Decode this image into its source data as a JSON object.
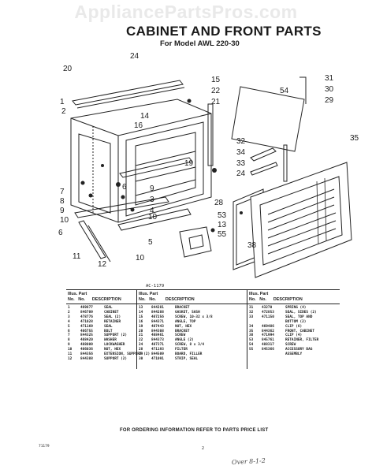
{
  "watermark": "AppliancePartsPros.com",
  "title": "CABINET AND FRONT PARTS",
  "subtitle": "For Model AWL 220-30",
  "figure_ref": "AC-1179",
  "callouts": [
    "24",
    "20",
    "2",
    "1",
    "14",
    "16",
    "15",
    "22",
    "21",
    "19",
    "6",
    "9",
    "3",
    "4",
    "7",
    "8",
    "9",
    "10",
    "6",
    "11",
    "12",
    "10",
    "5",
    "10",
    "31",
    "30",
    "29",
    "54",
    "32",
    "34",
    "33",
    "24",
    "35",
    "28",
    "53",
    "13",
    "55",
    "38"
  ],
  "table": {
    "header": {
      "illus": "Illus.",
      "no": "No.",
      "part": "Part",
      "part_no": "No.",
      "desc": "DESCRIPTION"
    },
    "columns": [
      [
        {
          "n": "1",
          "p": "469877",
          "d": "SEAL"
        },
        {
          "n": "2",
          "p": "846709",
          "d": "CABINET"
        },
        {
          "n": "3",
          "p": "478776",
          "d": "SEAL (2)"
        },
        {
          "n": "4",
          "p": "471028",
          "d": "RETAINER"
        },
        {
          "n": "5",
          "p": "471169",
          "d": "SEAL"
        },
        {
          "n": "6",
          "p": "486755",
          "d": "BOLT"
        },
        {
          "n": "7",
          "p": "844325",
          "d": "SUPPORT (2)"
        },
        {
          "n": "8",
          "p": "488420",
          "d": "WASHER"
        },
        {
          "n": "9",
          "p": "488009",
          "d": "LOCKWASHER"
        },
        {
          "n": "10",
          "p": "486036",
          "d": "NUT, HEX"
        },
        {
          "n": "11",
          "p": "844356",
          "d": "EXTENSION, SUPPORT (2)"
        },
        {
          "n": "12",
          "p": "844388",
          "d": "SUPPORT (2)"
        }
      ],
      [
        {
          "n": "13",
          "p": "844281",
          "d": "BRACKET"
        },
        {
          "n": "14",
          "p": "844288",
          "d": "GASKET, SASH"
        },
        {
          "n": "15",
          "p": "487256",
          "d": "SCREW, 10-32 x 3/8"
        },
        {
          "n": "16",
          "p": "844371",
          "d": "ANGLE, TOP"
        },
        {
          "n": "19",
          "p": "487443",
          "d": "NUT, HEX"
        },
        {
          "n": "20",
          "p": "844308",
          "d": "BRACKET"
        },
        {
          "n": "21",
          "p": "488461",
          "d": "SCREW"
        },
        {
          "n": "22",
          "p": "844373",
          "d": "ANGLE (2)"
        },
        {
          "n": "24",
          "p": "487371",
          "d": "SCREW, 8 x 3/4"
        },
        {
          "n": "28",
          "p": "471193",
          "d": "FILTER"
        },
        {
          "n": "29",
          "p": "844509",
          "d": "BOARD, FILLER"
        },
        {
          "n": "30",
          "p": "471091",
          "d": "STRIP, SEAL"
        }
      ],
      [
        {
          "n": "31",
          "p": "43270",
          "d": "SPRING (4)"
        },
        {
          "n": "32",
          "p": "472853",
          "d": "SEAL, SIDES (2)"
        },
        {
          "n": "33",
          "p": "471150",
          "d": "SEAL, TOP AND"
        },
        {
          "n": "",
          "p": "",
          "d": "BOTTOM (2)"
        },
        {
          "n": "34",
          "p": "469486",
          "d": "CLIP (6)"
        },
        {
          "n": "35",
          "p": "844362",
          "d": "FRONT, CABINET"
        },
        {
          "n": "38",
          "p": "471994",
          "d": "CLIP (4)"
        },
        {
          "n": "53",
          "p": "845761",
          "d": "RETAINER, FILTER"
        },
        {
          "n": "54",
          "p": "488317",
          "d": "SCREW"
        },
        {
          "n": "55",
          "p": "845366",
          "d": "ACCESSORY BAG"
        },
        {
          "n": "",
          "p": "",
          "d": "ASSEMBLY"
        }
      ]
    ]
  },
  "footer_note": "FOR ORDERING INFORMATION REFER TO PARTS PRICE LIST",
  "page_code": "71179",
  "page_number": "2",
  "handwriting": "Over 8-1-2"
}
